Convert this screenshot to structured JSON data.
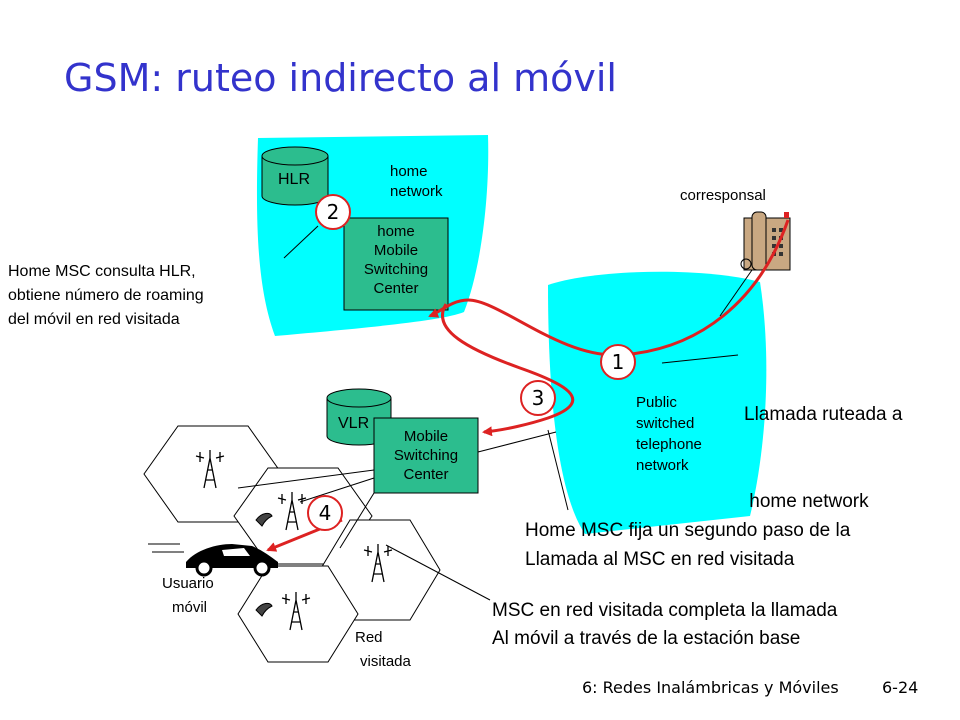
{
  "title": "GSM: ruteo indirecto al móvil",
  "home_network": {
    "hlr": "HLR",
    "label_line1": "home",
    "label_line2": "network",
    "msc_lines": [
      "home",
      "Mobile",
      "Switching",
      "Center"
    ]
  },
  "visited_network": {
    "vlr": "VLR",
    "msc_lines": [
      "Mobile",
      "Switching",
      "Center"
    ],
    "label_line1": "Red",
    "label_line2": "visitada"
  },
  "pstn": {
    "lines": [
      "Public",
      "switched",
      "telephone",
      "network"
    ]
  },
  "correspondent": "corresponsal",
  "mobile_user_line1": "Usuario",
  "mobile_user_line2": "móvil",
  "steps": [
    "1",
    "2",
    "3",
    "4"
  ],
  "annotations": {
    "step1": [
      "Llamada ruteada a",
      " home network"
    ],
    "step2": [
      "Home MSC consulta HLR,",
      "obtiene número de roaming",
      "del móvil en red visitada"
    ],
    "step3": [
      "Home MSC fija un segundo paso de la",
      "Llamada al MSC en red visitada"
    ],
    "step4": [
      "MSC en red visitada completa la llamada",
      "Al móvil a través de la estación base"
    ]
  },
  "footer": {
    "chapter": "6: Redes Inalámbricas y Móviles",
    "page": "6-24"
  },
  "colors": {
    "title": "#3333cc",
    "network_cloud": "#00ffff",
    "box_fill": "#2cbd8e",
    "arrow": "#dd2222",
    "step_circle_fill": "#ffffff",
    "step_circle_stroke": "#dd2222"
  }
}
